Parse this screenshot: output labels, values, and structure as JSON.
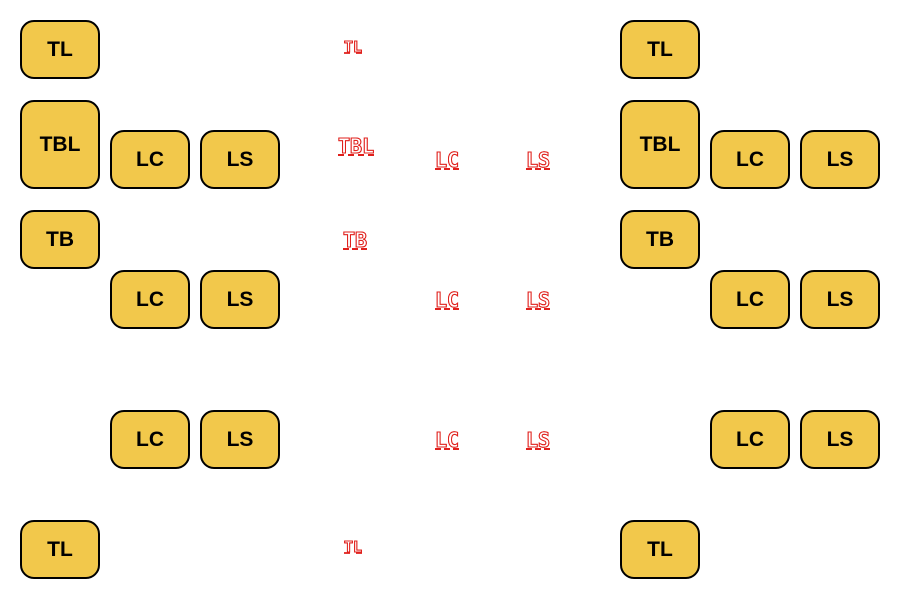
{
  "colors": {
    "box_fill": "#f2c84b",
    "box_border": "#000000",
    "glyph": "#e0201c",
    "background": "#ffffff"
  },
  "labels": {
    "tl": "TL",
    "tbl": "TBL",
    "tb": "TB",
    "lc": "LC",
    "ls": "LS"
  },
  "glyph_labels": {
    "tl": "TL",
    "tbl": "TBL",
    "tb": "TB",
    "lc": "LC",
    "ls": "LS"
  }
}
